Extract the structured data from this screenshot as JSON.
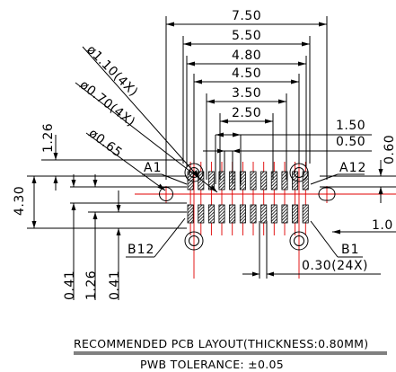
{
  "dimensions": {
    "top": [
      "7.50",
      "5.50",
      "4.80",
      "4.50",
      "3.50",
      "2.50"
    ],
    "right": [
      "1.50",
      "0.50"
    ],
    "right_vertical": "0.60",
    "right_small": "1.0",
    "left_vertical": [
      "1.26",
      "4.30"
    ],
    "bottom_vertical": [
      "0.41",
      "1.26",
      "0.41"
    ],
    "pitch": "0.30(24X)"
  },
  "callouts": {
    "hole_large": "ø1.10(4X)",
    "hole_medium": "ø0.70(4X)",
    "hole_small": "ø0.65"
  },
  "pins": {
    "a1": "A1",
    "a12": "A12",
    "b12": "B12",
    "b1": "B1"
  },
  "caption": {
    "title": "RECOMMENDED PCB LAYOUT(THICKNESS:0.80MM)",
    "tolerance": "PWB TOLERANCE: ±0.05"
  }
}
